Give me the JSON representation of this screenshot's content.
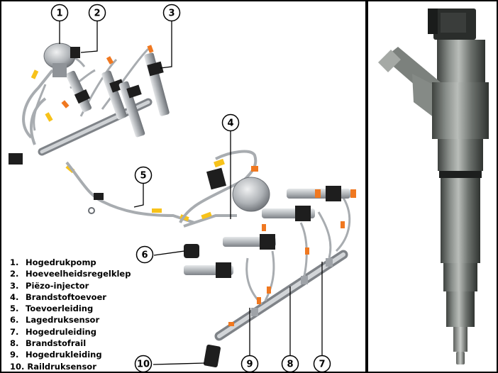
{
  "callouts": [
    "1",
    "2",
    "3",
    "4",
    "5",
    "6",
    "7",
    "8",
    "9",
    "10"
  ],
  "legend": [
    {
      "num": "1.",
      "text": "Hogedrukpomp"
    },
    {
      "num": "2.",
      "text": "Hoeveelheidsregelklep"
    },
    {
      "num": "3.",
      "text": "Piëzo-injector"
    },
    {
      "num": "4.",
      "text": "Brandstoftoevoer"
    },
    {
      "num": "5.",
      "text": "Toevoerleiding"
    },
    {
      "num": "6.",
      "text": "Lagedruksensor"
    },
    {
      "num": "7.",
      "text": "Hogedruleiding"
    },
    {
      "num": "8.",
      "text": "Brandstofrail"
    },
    {
      "num": "9.",
      "text": "Hogedrukleiding"
    },
    {
      "num": "10.",
      "text": "Raildruksensor"
    }
  ],
  "colors": {
    "pipe": "#b8bcc0",
    "metal": "#9fa3a8",
    "dark": "#1e1e1e",
    "orange": "#f07820",
    "yellow": "#f7c21a",
    "injector_body": "#6f7470"
  }
}
